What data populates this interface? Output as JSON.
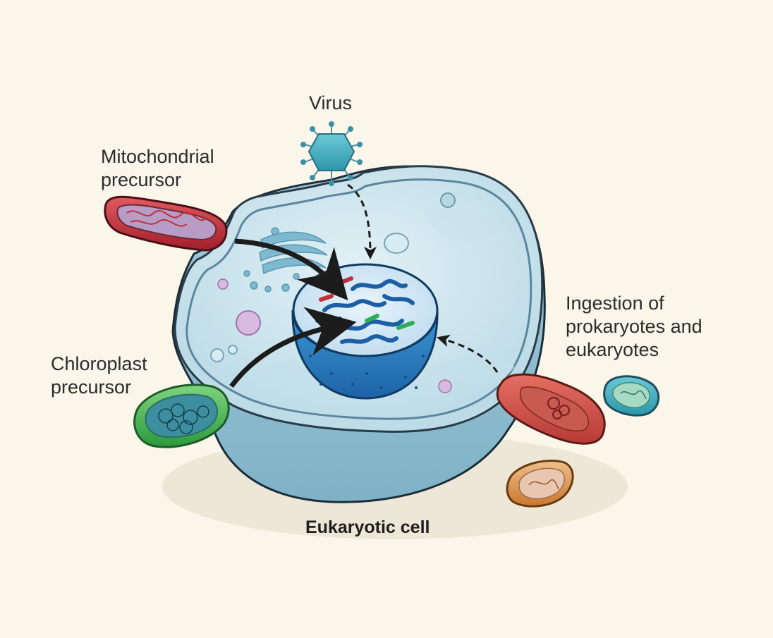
{
  "labels": {
    "virus": "Virus",
    "mito_line1": "Mitochondrial",
    "mito_line2": "precursor",
    "chloro_line1": "Chloroplast",
    "chloro_line2": "precursor",
    "ingest_line1": "Ingestion of",
    "ingest_line2": "prokaryotes and",
    "ingest_line3": "eukaryotes",
    "cell": "Eukaryotic cell"
  },
  "colors": {
    "background": "#faf6ea",
    "cytoplasm": "#cfe6ee",
    "cell_body": "#a9cedb",
    "nucleus": "#2f86c6",
    "mitochondrion": "#c6303a",
    "chloroplast": "#3cb54a",
    "virus": "#6fc6d8",
    "arrow": "#1c1c1c"
  }
}
